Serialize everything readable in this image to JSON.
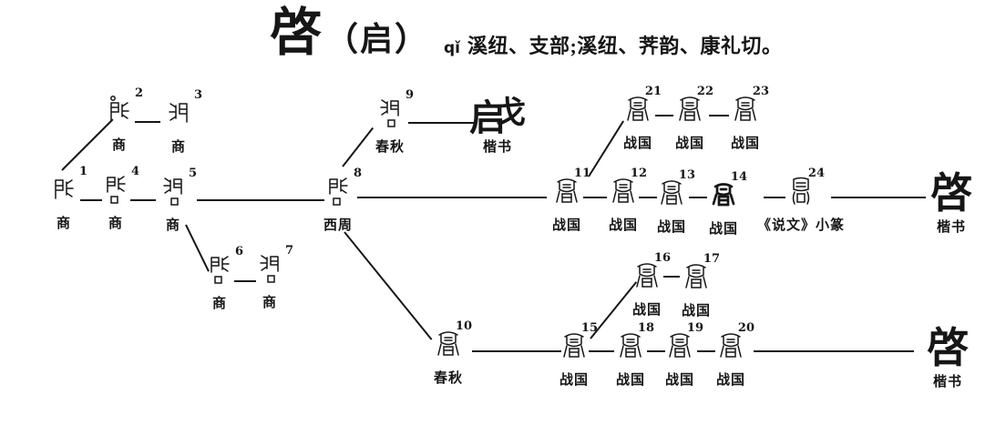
{
  "title": {
    "main": "啓",
    "paren": "（启）",
    "pinyin": "qǐ",
    "phonology": "溪纽、支部;溪纽、荠韵、康礼切。"
  },
  "kaishu": {
    "top": {
      "component1": "启",
      "component2": "戈",
      "label": "楷书"
    },
    "middle": {
      "char": "啓",
      "label": "楷书"
    },
    "bottom": {
      "char": "啓",
      "label": "楷书"
    }
  },
  "nodes": {
    "n1": {
      "num": "1",
      "period": "商",
      "glyph": "oracle-door-hand"
    },
    "n2": {
      "num": "2",
      "period": "商",
      "glyph": "oracle-door-hand-circle"
    },
    "n3": {
      "num": "3",
      "period": "商",
      "glyph": "oracle-door-hand"
    },
    "n4": {
      "num": "4",
      "period": "商",
      "glyph": "oracle-door-hand-mouth"
    },
    "n5": {
      "num": "5",
      "period": "商",
      "glyph": "oracle-door-hand-mouth"
    },
    "n6": {
      "num": "6",
      "period": "商",
      "glyph": "oracle-door-hand-mouth"
    },
    "n7": {
      "num": "7",
      "period": "商",
      "glyph": "oracle-door-hand-mouth"
    },
    "n8": {
      "num": "8",
      "period": "西周",
      "glyph": "bronze-door-hand-mouth"
    },
    "n9": {
      "num": "9",
      "period": "春秋",
      "glyph": "bronze-door-hand-mouth"
    },
    "n10": {
      "num": "10",
      "period": "春秋",
      "glyph": "bronze-complex"
    },
    "n11": {
      "num": "11",
      "period": "战国",
      "glyph": "warring-states-seal"
    },
    "n12": {
      "num": "12",
      "period": "战国",
      "glyph": "warring-states-seal"
    },
    "n13": {
      "num": "13",
      "period": "战国",
      "glyph": "warring-states-seal"
    },
    "n14": {
      "num": "14",
      "period": "战国",
      "glyph": "warring-states-seal-bold"
    },
    "n24": {
      "num": "24",
      "period": "《说文》小篆",
      "glyph": "shuowen-small-seal"
    },
    "n21": {
      "num": "21",
      "period": "战国",
      "glyph": "warring-states-seal"
    },
    "n22": {
      "num": "22",
      "period": "战国",
      "glyph": "warring-states-seal"
    },
    "n23": {
      "num": "23",
      "period": "战国",
      "glyph": "warring-states-seal"
    },
    "n15": {
      "num": "15",
      "period": "战国",
      "glyph": "warring-states-seal"
    },
    "n16": {
      "num": "16",
      "period": "战国",
      "glyph": "warring-states-seal"
    },
    "n17": {
      "num": "17",
      "period": "战国",
      "glyph": "warring-states-seal"
    },
    "n18": {
      "num": "18",
      "period": "战国",
      "glyph": "warring-states-seal"
    },
    "n19": {
      "num": "19",
      "period": "战国",
      "glyph": "warring-states-seal"
    },
    "n20": {
      "num": "20",
      "period": "战国",
      "glyph": "warring-states-seal"
    }
  }
}
